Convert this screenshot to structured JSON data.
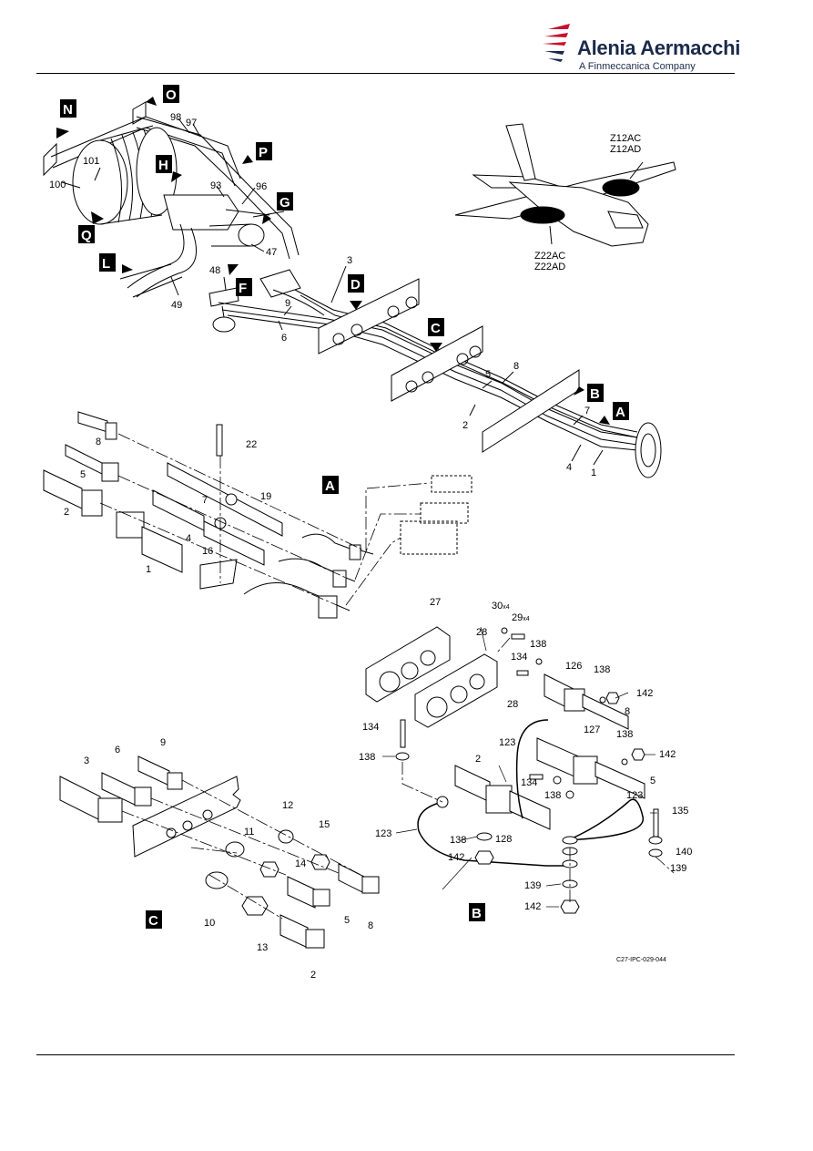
{
  "header": {
    "brand_name": "Alenia Aermacchi",
    "brand_sub": "A Finmeccanica Company",
    "brand_color": "#c8102e"
  },
  "figure": {
    "reference_code": "C27-IPC-029-044",
    "zones": [
      "Z12AC",
      "Z12AD",
      "Z22AC",
      "Z22AD"
    ],
    "view_letters": [
      "N",
      "O",
      "P",
      "H",
      "G",
      "Q",
      "L",
      "F",
      "D",
      "C",
      "B",
      "A"
    ],
    "detail_labels": {
      "a": "A",
      "b": "B",
      "c": "C"
    },
    "item_numbers": {
      "n100": "100",
      "n101": "101",
      "n98": "98",
      "n97": "97",
      "n93": "93",
      "n96": "96",
      "n47": "47",
      "n48": "48",
      "n49": "49",
      "n3": "3",
      "n9": "9",
      "n6": "6",
      "n5": "5",
      "n8": "8",
      "n2": "2",
      "n7": "7",
      "n4": "4",
      "n1": "1",
      "n22": "22",
      "n19": "19",
      "n16": "16",
      "n27": "27",
      "n28": "28",
      "n30": "30",
      "n29": "29",
      "x4": "x4",
      "n138": "138",
      "n134": "134",
      "n126": "126",
      "n142": "142",
      "n127": "127",
      "n123": "123",
      "n135": "135",
      "n140": "140",
      "n139": "139",
      "n128": "128",
      "n12": "12",
      "n11": "11",
      "n15": "15",
      "n14": "14",
      "n10": "10",
      "n13": "13"
    }
  }
}
